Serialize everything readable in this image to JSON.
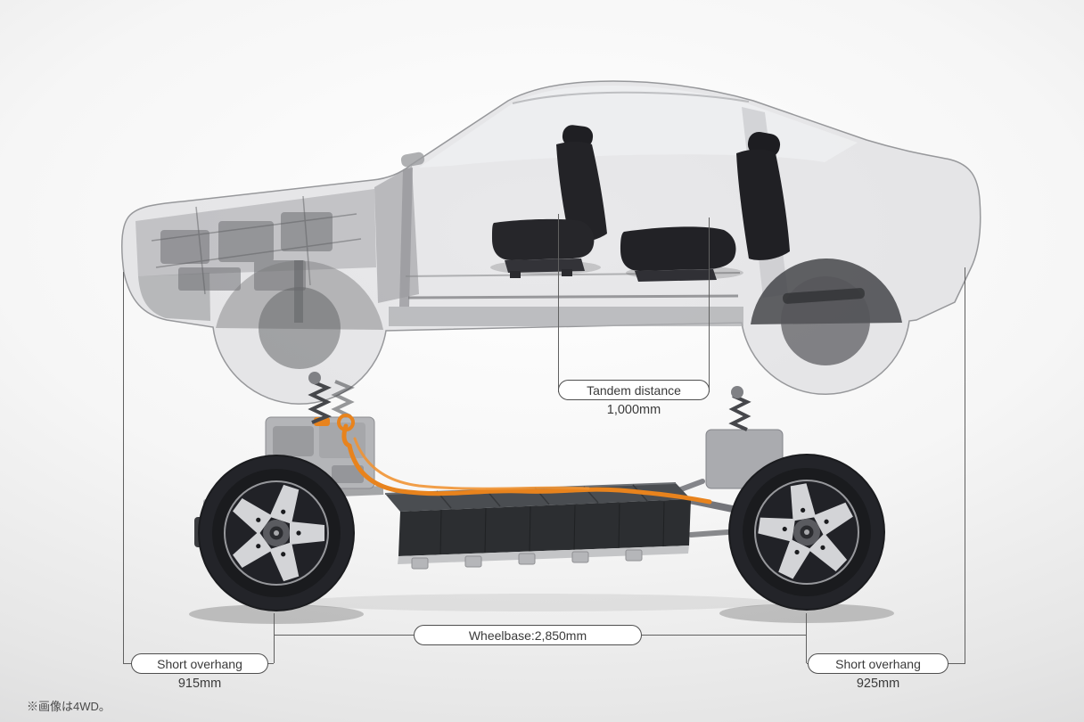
{
  "colors": {
    "cable_accent": "#e8831d",
    "dimension_line": "#606060",
    "label_border": "#4f4f4f",
    "label_text": "#3a3a3a"
  },
  "labels": {
    "tandem": {
      "label": "Tandem distance",
      "value": "1,000mm"
    },
    "wheelbase": {
      "label": "Wheelbase:2,850mm"
    },
    "front_overhang": {
      "label": "Short overhang",
      "value": "915mm"
    },
    "rear_overhang": {
      "label": "Short overhang",
      "value": "925mm"
    }
  },
  "footnote": "※画像は4WD。"
}
